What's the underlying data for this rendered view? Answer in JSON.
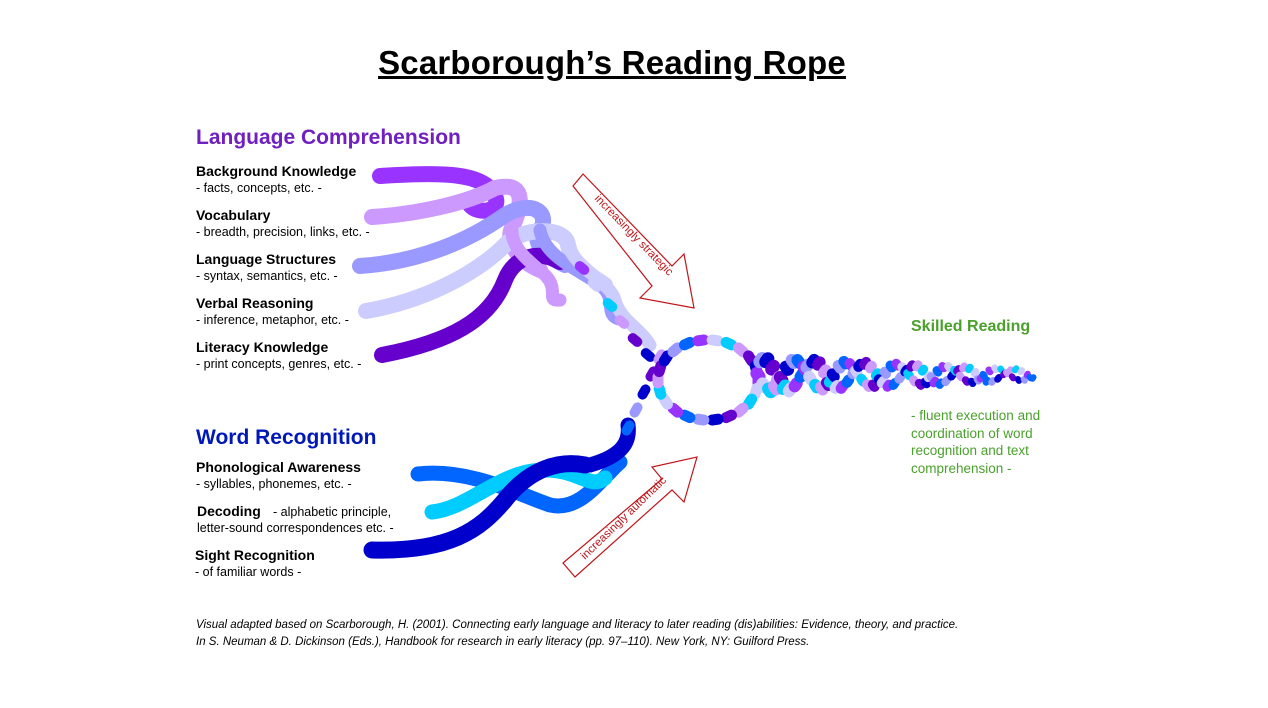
{
  "title": "Scarborough’s Reading Rope",
  "language_comprehension": {
    "heading": "Language Comprehension",
    "color": "#7020c0",
    "strands": [
      {
        "name": "Background Knowledge",
        "desc": "- facts, concepts, etc. -",
        "color": "#9933ff"
      },
      {
        "name": "Vocabulary",
        "desc": "- breadth, precision, links, etc. -",
        "color": "#cc99ff"
      },
      {
        "name": "Language Structures",
        "desc": "- syntax, semantics, etc. -",
        "color": "#9999ff"
      },
      {
        "name": "Verbal Reasoning",
        "desc": "- inference, metaphor, etc. -",
        "color": "#ccccff"
      },
      {
        "name": "Literacy Knowledge",
        "desc": "- print concepts, genres, etc. -",
        "color": "#6600cc"
      }
    ]
  },
  "word_recognition": {
    "heading": "Word Recognition",
    "color": "#0018b8",
    "strands": [
      {
        "name": "Phonological Awareness",
        "desc": "- syllables, phonemes, etc. -",
        "color": "#0066ff"
      },
      {
        "name": "Decoding",
        "desc": "- alphabetic principle,",
        "desc2": "letter-sound correspondences etc. -",
        "color": "#00ccff"
      },
      {
        "name": "Sight Recognition",
        "desc": "- of familiar words -",
        "color": "#0000cc"
      }
    ]
  },
  "arrows": {
    "strategic": "increasingly strategic",
    "automatic": "increasingly automatic",
    "color": "#c0161b"
  },
  "skilled_reading": {
    "heading": "Skilled Reading",
    "desc": "- fluent execution and coordination of word recognition and text comprehension -",
    "color": "#4aa12c"
  },
  "citation": {
    "line1": "Visual adapted based on Scarborough, H. (2001). Connecting early language and literacy to later reading (dis)abilities: Evidence, theory, and practice.",
    "line2": "In S. Neuman & D. Dickinson (Eds.), Handbook for research in early literacy (pp. 97–110). New York, NY: Guilford Press."
  }
}
